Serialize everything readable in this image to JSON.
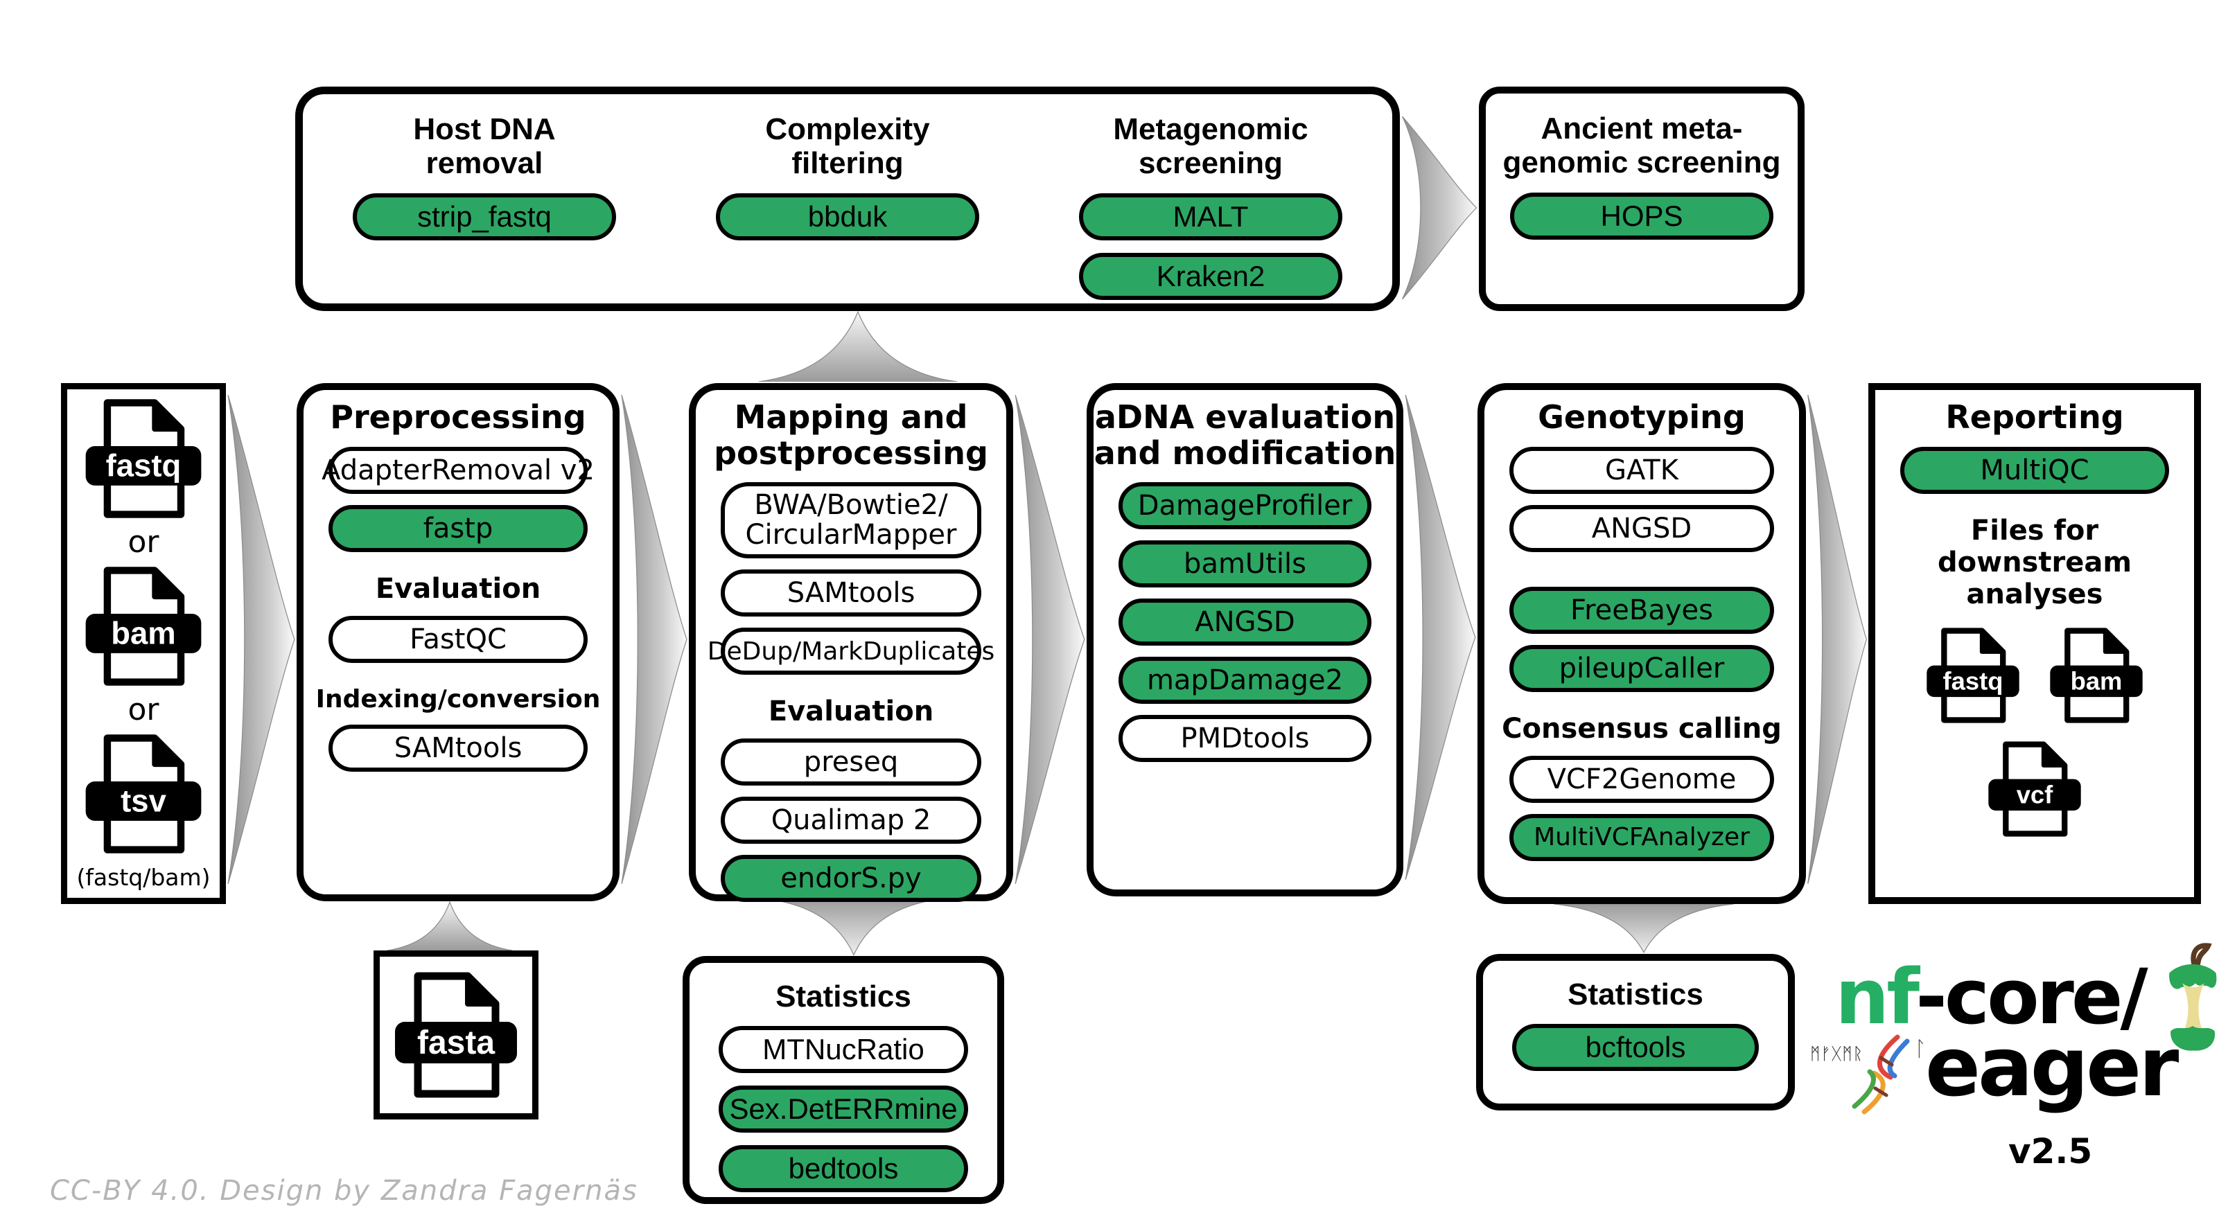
{
  "colors": {
    "pill_green": "#2CA663",
    "logo_green": "#25AF64",
    "apple_green": "#2AA757",
    "apple_cream": "#EBDC95",
    "arrow_gray": "#9B9B9B"
  },
  "screening_box": {
    "groups": [
      {
        "title": "Host DNA\nremoval",
        "pills": [
          {
            "label": "strip_fastq",
            "variant": "green"
          }
        ]
      },
      {
        "title": "Complexity\nfiltering",
        "pills": [
          {
            "label": "bbduk",
            "variant": "green"
          }
        ]
      },
      {
        "title": "Metagenomic\nscreening",
        "pills": [
          {
            "label": "MALT",
            "variant": "green"
          },
          {
            "label": "Kraken2",
            "variant": "green"
          }
        ]
      }
    ]
  },
  "ancient_box": {
    "title": "Ancient meta-\ngenomic screening",
    "pills": [
      {
        "label": "HOPS",
        "variant": "green"
      }
    ]
  },
  "input_panel": {
    "files": [
      {
        "label": "fastq"
      },
      {
        "label": "bam"
      },
      {
        "label": "tsv"
      }
    ],
    "separator": "or",
    "caption": "(fastq/bam)"
  },
  "preprocessing": {
    "title": "Preprocessing",
    "blocks": [
      {
        "type": "pill",
        "label": "AdapterRemoval v2",
        "variant": "white"
      },
      {
        "type": "pill",
        "label": "fastp",
        "variant": "green"
      },
      {
        "type": "subheading",
        "label": "Evaluation"
      },
      {
        "type": "pill",
        "label": "FastQC",
        "variant": "white"
      },
      {
        "type": "subheading",
        "label": "Indexing/conversion",
        "small": true
      },
      {
        "type": "pill",
        "label": "SAMtools",
        "variant": "white"
      }
    ]
  },
  "mapping": {
    "title": "Mapping and\npostprocessing",
    "blocks": [
      {
        "type": "pill",
        "label": "BWA/Bowtie2/\nCircularMapper",
        "variant": "white",
        "tall": true
      },
      {
        "type": "pill",
        "label": "SAMtools",
        "variant": "white"
      },
      {
        "type": "pill",
        "label": "DeDup/MarkDuplicates",
        "variant": "white",
        "small": true
      },
      {
        "type": "subheading",
        "label": "Evaluation"
      },
      {
        "type": "pill",
        "label": "preseq",
        "variant": "white"
      },
      {
        "type": "pill",
        "label": "Qualimap 2",
        "variant": "white"
      },
      {
        "type": "pill",
        "label": "endorS.py",
        "variant": "green"
      }
    ]
  },
  "adna": {
    "title": "aDNA evaluation\nand modification",
    "blocks": [
      {
        "type": "pill",
        "label": "DamageProfiler",
        "variant": "green"
      },
      {
        "type": "pill",
        "label": "bamUtils",
        "variant": "green"
      },
      {
        "type": "pill",
        "label": "ANGSD",
        "variant": "green"
      },
      {
        "type": "pill",
        "label": "mapDamage2",
        "variant": "green"
      },
      {
        "type": "pill",
        "label": "PMDtools",
        "variant": "white"
      }
    ]
  },
  "genotyping": {
    "title": "Genotyping",
    "blocks": [
      {
        "type": "pill",
        "label": "GATK",
        "variant": "white"
      },
      {
        "type": "pill",
        "label": "ANGSD",
        "variant": "white"
      },
      {
        "type": "pill",
        "label": "FreeBayes",
        "variant": "green",
        "gapBefore": true
      },
      {
        "type": "pill",
        "label": "pileupCaller",
        "variant": "green"
      },
      {
        "type": "subheading",
        "label": "Consensus calling"
      },
      {
        "type": "pill",
        "label": "VCF2Genome",
        "variant": "white"
      },
      {
        "type": "pill",
        "label": "MultiVCFAnalyzer",
        "variant": "green",
        "small": true
      }
    ]
  },
  "reporting": {
    "title": "Reporting",
    "pill": {
      "label": "MultiQC",
      "variant": "green"
    },
    "subtitle": "Files for downstream\nanalyses",
    "files": [
      {
        "label": "fastq"
      },
      {
        "label": "bam"
      }
    ],
    "file_bottom": {
      "label": "vcf"
    }
  },
  "fasta_panel": {
    "file": {
      "label": "fasta"
    }
  },
  "stats_mapping": {
    "title": "Statistics",
    "pills": [
      {
        "label": "MTNucRatio",
        "variant": "white"
      },
      {
        "label": "Sex.DetERRmine",
        "variant": "green"
      },
      {
        "label": "bedtools",
        "variant": "green"
      }
    ]
  },
  "stats_genotyping": {
    "title": "Statistics",
    "pills": [
      {
        "label": "bcftools",
        "variant": "green"
      }
    ]
  },
  "logo": {
    "name_green": "nf",
    "name_black": "-core/",
    "app_name": "eager",
    "runes_left": "ᛗᚠᚷᛗᚱ",
    "rune_right": "ᛚ",
    "version": "v2.5"
  },
  "credit": "CC-BY 4.0. Design by Zandra Fagernäs"
}
